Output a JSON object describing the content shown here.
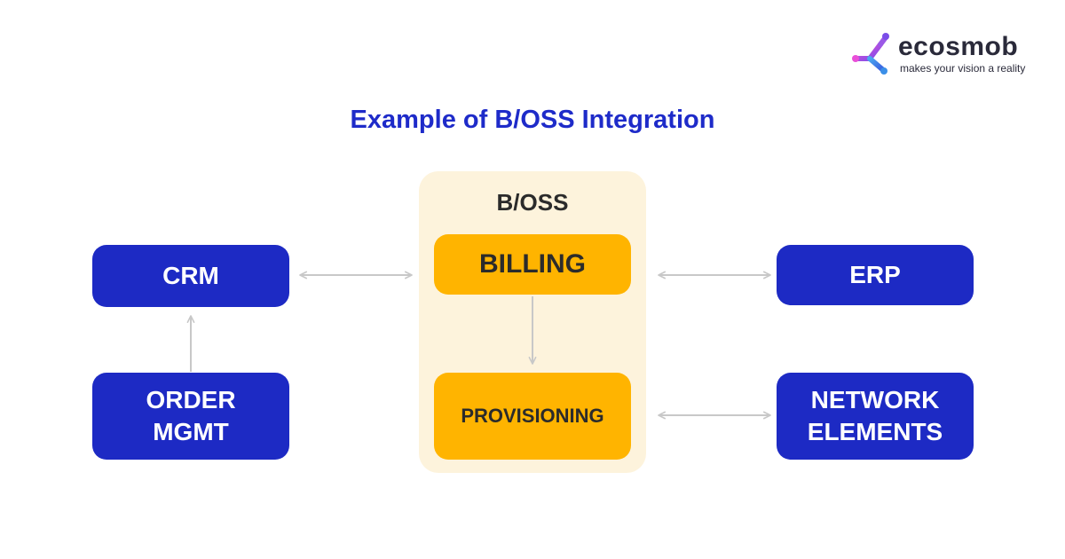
{
  "brand": {
    "name": "ecosmob",
    "tagline": "makes your vision a reality",
    "colors": {
      "primary_blue": "#1d2ac4",
      "title_blue": "#1e2bc9",
      "accent_orange": "#ffb400",
      "panel_cream": "#fdf3dc",
      "connector_gray": "#c8c8c8"
    }
  },
  "diagram": {
    "title": "Example of B/OSS Integration",
    "group_label": "B/OSS",
    "nodes": {
      "crm": {
        "label": "CRM"
      },
      "order_mgmt": {
        "label_line1": "ORDER",
        "label_line2": "MGMT"
      },
      "billing": {
        "label": "BILLING"
      },
      "provisioning": {
        "label": "PROVISIONING"
      },
      "erp": {
        "label": "ERP"
      },
      "network_elements": {
        "label_line1": "NETWORK",
        "label_line2": "ELEMENTS"
      }
    },
    "connections": [
      {
        "from": "crm",
        "to": "billing",
        "direction": "both"
      },
      {
        "from": "order_mgmt",
        "to": "crm",
        "direction": "forward"
      },
      {
        "from": "billing",
        "to": "provisioning",
        "direction": "forward"
      },
      {
        "from": "billing",
        "to": "erp",
        "direction": "both"
      },
      {
        "from": "provisioning",
        "to": "network_elements",
        "direction": "both"
      }
    ]
  }
}
